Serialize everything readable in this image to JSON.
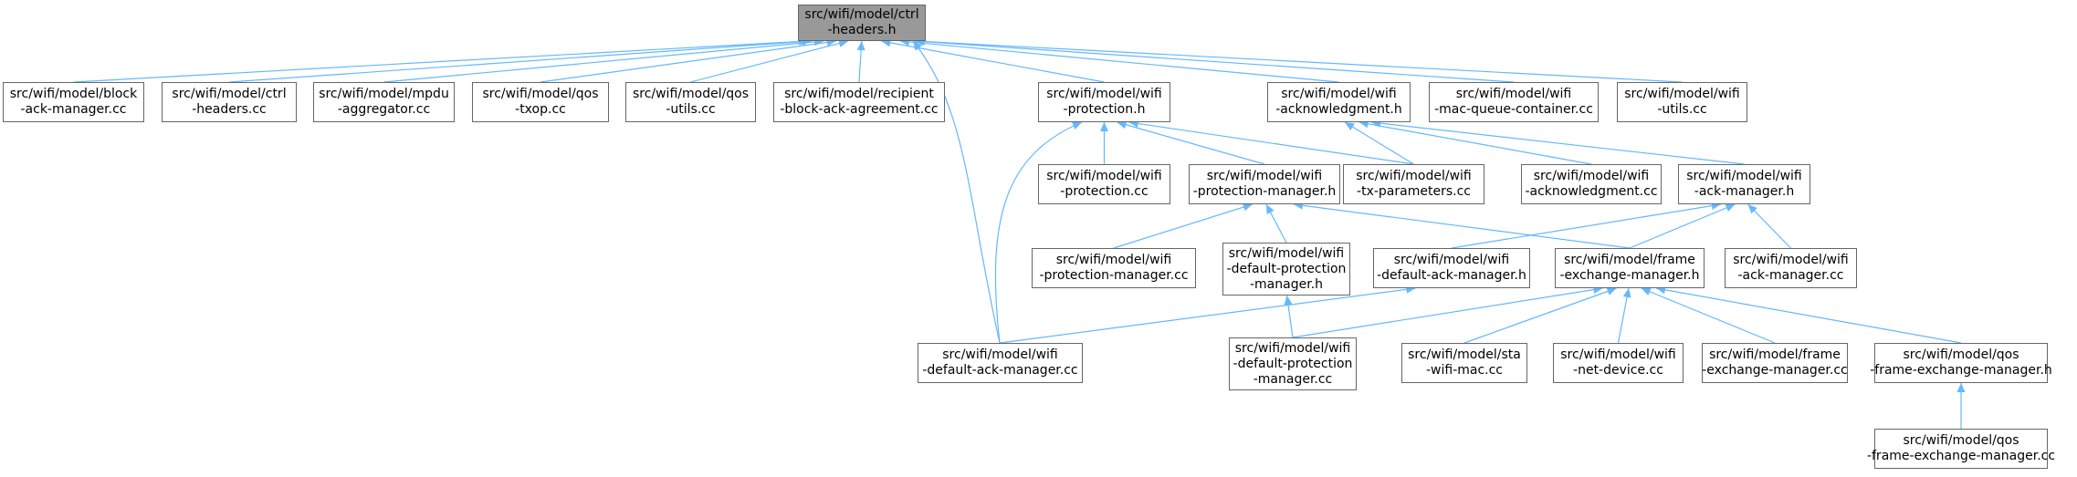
{
  "colors": {
    "edge": "#63b8ff",
    "border": "#666666",
    "root_fill": "#999999",
    "node_fill": "#ffffff"
  },
  "nodes": [
    {
      "id": "ctrl_headers_h",
      "lines": [
        "src/wifi/model/ctrl",
        "-headers.h"
      ],
      "root": true
    },
    {
      "id": "block_ack_manager_cc",
      "lines": [
        "src/wifi/model/block",
        "-ack-manager.cc"
      ]
    },
    {
      "id": "ctrl_headers_cc",
      "lines": [
        "src/wifi/model/ctrl",
        "-headers.cc"
      ]
    },
    {
      "id": "mpdu_aggregator_cc",
      "lines": [
        "src/wifi/model/mpdu",
        "-aggregator.cc"
      ]
    },
    {
      "id": "qos_txop_cc",
      "lines": [
        "src/wifi/model/qos",
        "-txop.cc"
      ]
    },
    {
      "id": "qos_utils_cc",
      "lines": [
        "src/wifi/model/qos",
        "-utils.cc"
      ]
    },
    {
      "id": "recipient_block_ack_agreement_cc",
      "lines": [
        "src/wifi/model/recipient",
        "-block-ack-agreement.cc"
      ]
    },
    {
      "id": "wifi_protection_h",
      "lines": [
        "src/wifi/model/wifi",
        "-protection.h"
      ]
    },
    {
      "id": "wifi_acknowledgment_h",
      "lines": [
        "src/wifi/model/wifi",
        "-acknowledgment.h"
      ]
    },
    {
      "id": "wifi_mac_queue_container_cc",
      "lines": [
        "src/wifi/model/wifi",
        "-mac-queue-container.cc"
      ]
    },
    {
      "id": "wifi_utils_cc",
      "lines": [
        "src/wifi/model/wifi",
        "-utils.cc"
      ]
    },
    {
      "id": "wifi_protection_cc",
      "lines": [
        "src/wifi/model/wifi",
        "-protection.cc"
      ]
    },
    {
      "id": "wifi_protection_manager_h",
      "lines": [
        "src/wifi/model/wifi",
        "-protection-manager.h"
      ]
    },
    {
      "id": "wifi_tx_parameters_cc",
      "lines": [
        "src/wifi/model/wifi",
        "-tx-parameters.cc"
      ]
    },
    {
      "id": "wifi_acknowledgment_cc",
      "lines": [
        "src/wifi/model/wifi",
        "-acknowledgment.cc"
      ]
    },
    {
      "id": "wifi_ack_manager_h",
      "lines": [
        "src/wifi/model/wifi",
        "-ack-manager.h"
      ]
    },
    {
      "id": "wifi_protection_manager_cc",
      "lines": [
        "src/wifi/model/wifi",
        "-protection-manager.cc"
      ]
    },
    {
      "id": "wifi_default_protection_manager_h",
      "lines": [
        "src/wifi/model/wifi",
        "-default-protection",
        "-manager.h"
      ]
    },
    {
      "id": "wifi_default_ack_manager_h",
      "lines": [
        "src/wifi/model/wifi",
        "-default-ack-manager.h"
      ]
    },
    {
      "id": "frame_exchange_manager_h",
      "lines": [
        "src/wifi/model/frame",
        "-exchange-manager.h"
      ]
    },
    {
      "id": "wifi_ack_manager_cc",
      "lines": [
        "src/wifi/model/wifi",
        "-ack-manager.cc"
      ]
    },
    {
      "id": "wifi_default_ack_manager_cc",
      "lines": [
        "src/wifi/model/wifi",
        "-default-ack-manager.cc"
      ]
    },
    {
      "id": "wifi_default_protection_manager_cc",
      "lines": [
        "src/wifi/model/wifi",
        "-default-protection",
        "-manager.cc"
      ]
    },
    {
      "id": "sta_wifi_mac_cc",
      "lines": [
        "src/wifi/model/sta",
        "-wifi-mac.cc"
      ]
    },
    {
      "id": "wifi_net_device_cc",
      "lines": [
        "src/wifi/model/wifi",
        "-net-device.cc"
      ]
    },
    {
      "id": "frame_exchange_manager_cc",
      "lines": [
        "src/wifi/model/frame",
        "-exchange-manager.cc"
      ]
    },
    {
      "id": "qos_frame_exchange_manager_h",
      "lines": [
        "src/wifi/model/qos",
        "-frame-exchange-manager.h"
      ]
    },
    {
      "id": "qos_frame_exchange_manager_cc",
      "lines": [
        "src/wifi/model/qos",
        "-frame-exchange-manager.cc"
      ]
    }
  ],
  "edges": [
    [
      "block_ack_manager_cc",
      "ctrl_headers_h"
    ],
    [
      "ctrl_headers_cc",
      "ctrl_headers_h"
    ],
    [
      "mpdu_aggregator_cc",
      "ctrl_headers_h"
    ],
    [
      "qos_txop_cc",
      "ctrl_headers_h"
    ],
    [
      "qos_utils_cc",
      "ctrl_headers_h"
    ],
    [
      "recipient_block_ack_agreement_cc",
      "ctrl_headers_h"
    ],
    [
      "wifi_protection_h",
      "ctrl_headers_h"
    ],
    [
      "wifi_acknowledgment_h",
      "ctrl_headers_h"
    ],
    [
      "wifi_mac_queue_container_cc",
      "ctrl_headers_h"
    ],
    [
      "wifi_utils_cc",
      "ctrl_headers_h"
    ],
    [
      "wifi_default_ack_manager_cc",
      "ctrl_headers_h"
    ],
    [
      "wifi_protection_cc",
      "wifi_protection_h"
    ],
    [
      "wifi_protection_manager_h",
      "wifi_protection_h"
    ],
    [
      "wifi_tx_parameters_cc",
      "wifi_protection_h"
    ],
    [
      "wifi_default_ack_manager_cc",
      "wifi_protection_h"
    ],
    [
      "wifi_tx_parameters_cc",
      "wifi_acknowledgment_h"
    ],
    [
      "wifi_acknowledgment_cc",
      "wifi_acknowledgment_h"
    ],
    [
      "wifi_ack_manager_h",
      "wifi_acknowledgment_h"
    ],
    [
      "wifi_protection_manager_cc",
      "wifi_protection_manager_h"
    ],
    [
      "wifi_default_protection_manager_h",
      "wifi_protection_manager_h"
    ],
    [
      "frame_exchange_manager_h",
      "wifi_protection_manager_h"
    ],
    [
      "wifi_default_ack_manager_h",
      "wifi_ack_manager_h"
    ],
    [
      "frame_exchange_manager_h",
      "wifi_ack_manager_h"
    ],
    [
      "wifi_ack_manager_cc",
      "wifi_ack_manager_h"
    ],
    [
      "wifi_default_ack_manager_cc",
      "wifi_default_ack_manager_h"
    ],
    [
      "wifi_default_protection_manager_cc",
      "wifi_default_protection_manager_h"
    ],
    [
      "wifi_default_protection_manager_cc",
      "frame_exchange_manager_h"
    ],
    [
      "sta_wifi_mac_cc",
      "frame_exchange_manager_h"
    ],
    [
      "wifi_net_device_cc",
      "frame_exchange_manager_h"
    ],
    [
      "frame_exchange_manager_cc",
      "frame_exchange_manager_h"
    ],
    [
      "qos_frame_exchange_manager_h",
      "frame_exchange_manager_h"
    ],
    [
      "qos_frame_exchange_manager_cc",
      "qos_frame_exchange_manager_h"
    ]
  ]
}
